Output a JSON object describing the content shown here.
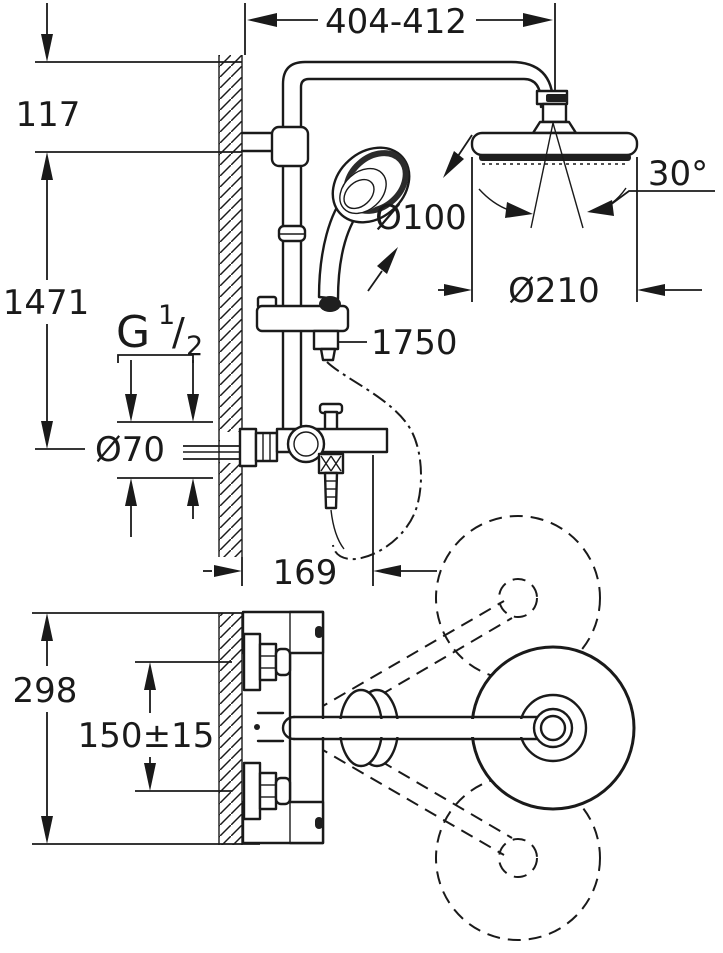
{
  "drawing": {
    "title": "shower-system-dimensional-drawing",
    "colors": {
      "line": "#1a1a1a",
      "background": "#ffffff"
    },
    "dimensions": {
      "top_width": "404-412",
      "head_offset": "117",
      "rail_height": "1471",
      "thread": {
        "letter": "G",
        "numerator": "1",
        "slash": "/",
        "denominator": "2"
      },
      "escutcheon_diameter": "Ø70",
      "handshower_diameter": "Ø100",
      "swivel_angle": "30°",
      "headshower_diameter": "Ø210",
      "hose_length": "1750",
      "spout_projection": "169",
      "valve_width": "298",
      "inlet_spacing": "150±15"
    }
  }
}
